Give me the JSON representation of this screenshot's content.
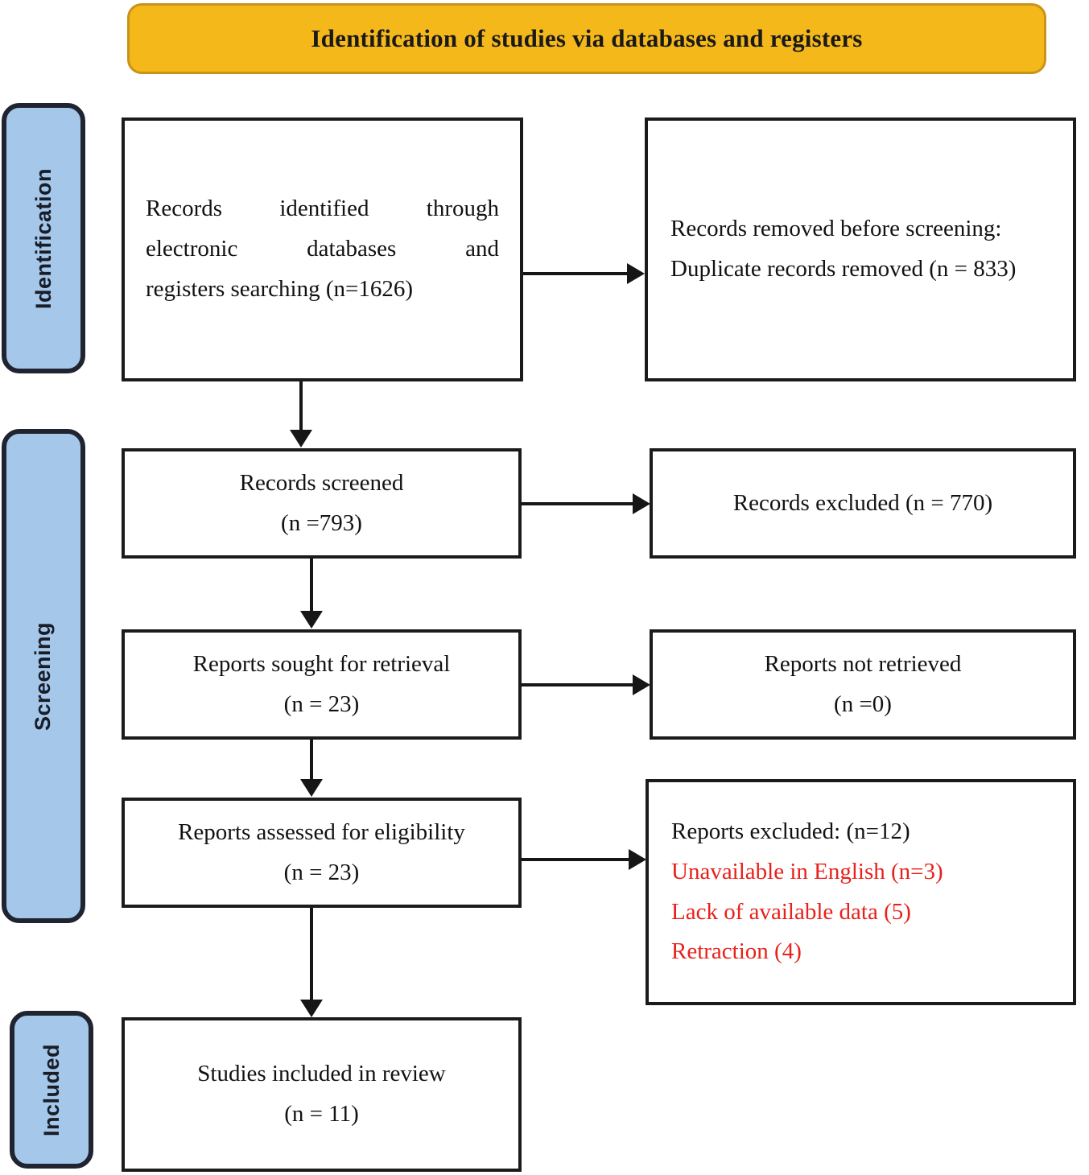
{
  "header": {
    "title": "Identification of studies via databases and registers",
    "bar_color": "#F5B81B"
  },
  "stages": [
    {
      "key": "identification",
      "label": "Identification",
      "color": "#A5C7EA"
    },
    {
      "key": "screening",
      "label": "Screening",
      "color": "#A5C7EA"
    },
    {
      "key": "included",
      "label": "Included",
      "color": "#A5C7EA"
    }
  ],
  "boxes": {
    "identified": {
      "line1": "Records identified through",
      "line2": "electronic databases and",
      "line3": "registers searching (n=1626)",
      "count": "1626"
    },
    "removed": {
      "line1": "Records removed before screening:",
      "line2": "Duplicate records removed (n = 833)",
      "count": "833"
    },
    "screened": {
      "line1": "Records screened",
      "line2": "(n =793)",
      "count": "793"
    },
    "records_excluded": {
      "line1": "Records excluded (n = 770)",
      "count": "770"
    },
    "sought": {
      "line1": "Reports sought for retrieval",
      "line2": "(n = 23)",
      "count": "23"
    },
    "not_retrieved": {
      "line1": "Reports not retrieved",
      "line2": "(n =0)",
      "count": "0"
    },
    "assessed": {
      "line1": "Reports assessed for eligibility",
      "line2": "(n = 23)",
      "count": "23"
    },
    "reports_excluded": {
      "line1": "Reports excluded: (n=12)",
      "line2": "Unavailable in English (n=3)",
      "line3": "Lack of available data (5)",
      "line4": "Retraction (4)",
      "count": "12",
      "reason_color": "#E8211B"
    },
    "included": {
      "line1": "Studies included in review",
      "line2": "(n = 11)",
      "count": "11"
    }
  }
}
